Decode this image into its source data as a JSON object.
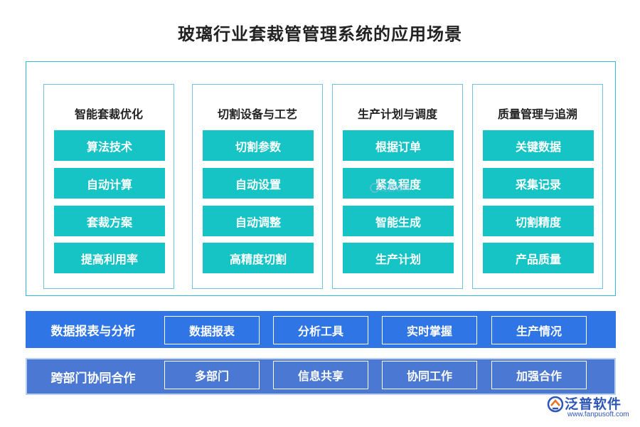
{
  "title": "玻璃行业套裁管管理系统的应用场景",
  "columns": [
    {
      "title": "智能套裁优化",
      "items": [
        "算法技术",
        "自动计算",
        "套裁方案",
        "提高利用率"
      ]
    },
    {
      "title": "切割设备与工艺",
      "items": [
        "切割参数",
        "自动设置",
        "自动调整",
        "高精度切割"
      ]
    },
    {
      "title": "生产计划与调度",
      "items": [
        "根据订单",
        "紧急程度",
        "智能生成",
        "生产计划"
      ]
    },
    {
      "title": "质量管理与追溯",
      "items": [
        "关键数据",
        "采集记录",
        "切割精度",
        "产品质量"
      ]
    }
  ],
  "bands": [
    {
      "label": "数据报表与分析",
      "items": [
        "数据报表",
        "分析工具",
        "实时掌握",
        "生产情况"
      ]
    },
    {
      "label": "跨部门协同合作",
      "items": [
        "多部门",
        "信息共享",
        "协同工作",
        "加强合作"
      ]
    }
  ],
  "watermark": "泛普软件",
  "logo": {
    "text": "泛普软件",
    "url": "www.fanpusoft.com"
  },
  "colors": {
    "item": "#16c3c5",
    "band1": "#2f75e6",
    "band2": "#4a78d2",
    "frame": "#35b7d8"
  }
}
